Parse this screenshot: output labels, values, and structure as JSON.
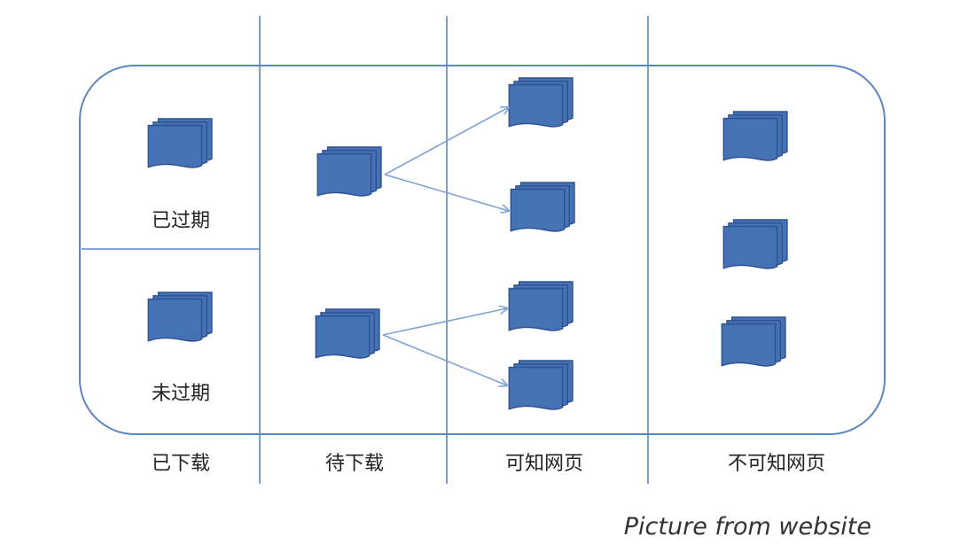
{
  "diagram": {
    "sections": {
      "downloaded": {
        "label": "已下载",
        "sub_expired": "已过期",
        "sub_not_expired": "未过期"
      },
      "to_download": {
        "label": "待下载"
      },
      "known_pages": {
        "label": "可知网页"
      },
      "unknown_pages": {
        "label": "不可知网页"
      }
    },
    "caption": "Picture from website",
    "colors": {
      "doc_fill": "#4472b4",
      "doc_stroke": "#2f528f",
      "frame": "#5b86c2",
      "arrow": "#7ea3d3"
    },
    "icons": {
      "document_stack": "document-stack-icon"
    }
  }
}
